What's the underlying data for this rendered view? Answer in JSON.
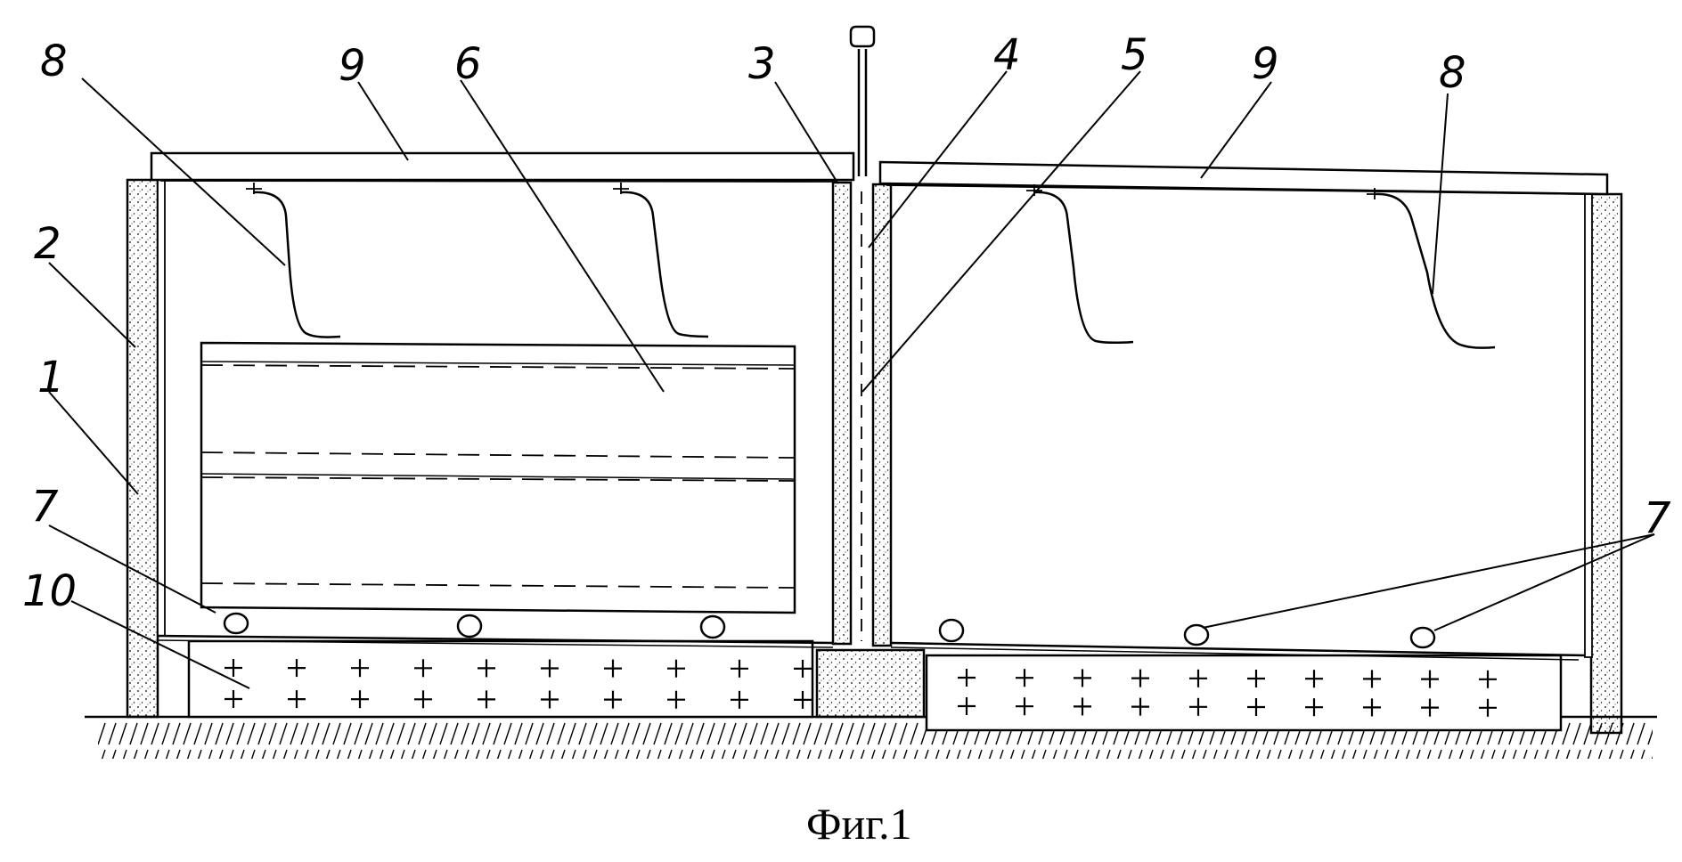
{
  "figure": {
    "caption": "Фиг.1",
    "labels": {
      "l1": "1",
      "l2": "2",
      "l3": "3",
      "l4": "4",
      "l5": "5",
      "l6": "6",
      "l7a": "7",
      "l7b": "7",
      "l8a": "8",
      "l8b": "8",
      "l9a": "9",
      "l9b": "9",
      "l10": "10"
    }
  },
  "colors": {
    "ink": "#000000",
    "paper": "#ffffff"
  }
}
